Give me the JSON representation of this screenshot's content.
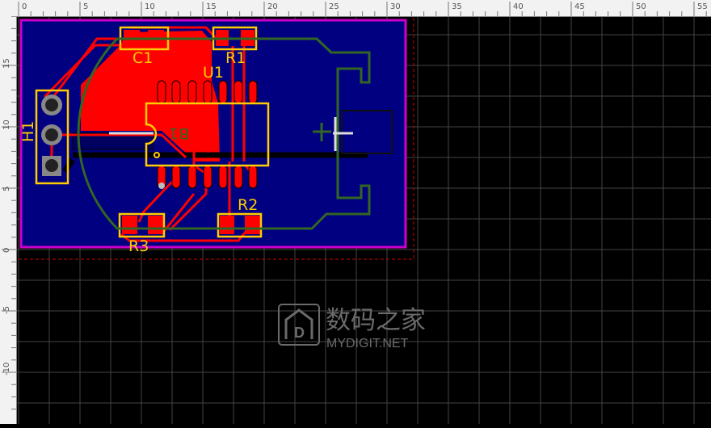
{
  "rulers": {
    "top_labels": [
      "0",
      "5",
      "10",
      "15",
      "20",
      "25",
      "30",
      "35",
      "40",
      "45",
      "50",
      "55"
    ],
    "left_labels": [
      "15",
      "10",
      "5",
      "0",
      "-5",
      "-10"
    ]
  },
  "components": {
    "c1": "C1",
    "r1": "R1",
    "r2": "R2",
    "r3": "R3",
    "u1": "U1",
    "h1": "H1",
    "b1": "B1"
  },
  "watermark": {
    "title": "数码之家",
    "subtitle": "MYDIGIT.NET"
  },
  "colors": {
    "board": "#000080",
    "copper": "#ff0000",
    "silk": "#ffcc00",
    "outline": "#cc00cc",
    "mech": "#336622",
    "grid": "#444444"
  }
}
